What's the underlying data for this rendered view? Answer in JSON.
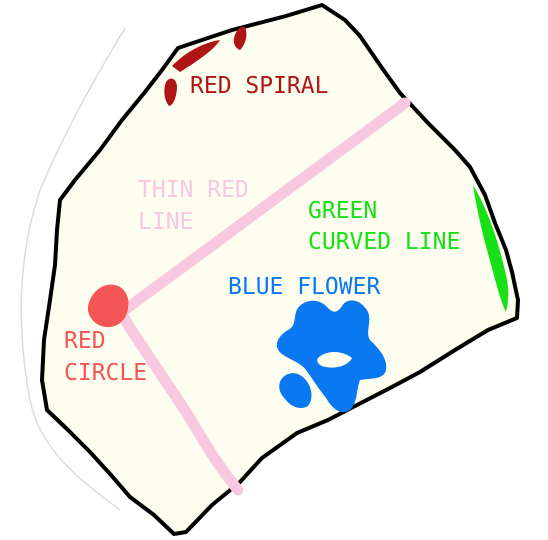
{
  "labels": {
    "red_spiral": "RED SPIRAL",
    "thin_red_line_1": "THIN RED",
    "thin_red_line_2": "LINE",
    "green_curved_line_1": "GREEN",
    "green_curved_line_2": "CURVED LINE",
    "blue_flower": "BLUE FLOWER",
    "red_circle_1": "RED",
    "red_circle_2": "CIRCLE"
  },
  "colors": {
    "paper_fill": "#fdfdf0",
    "paper_outline": "#000000",
    "red_spiral": "#b01515",
    "thin_red_line": "#f8c8e0",
    "green_curved_line": "#17e017",
    "blue_flower": "#0a78f0",
    "red_circle": "#f45555"
  }
}
